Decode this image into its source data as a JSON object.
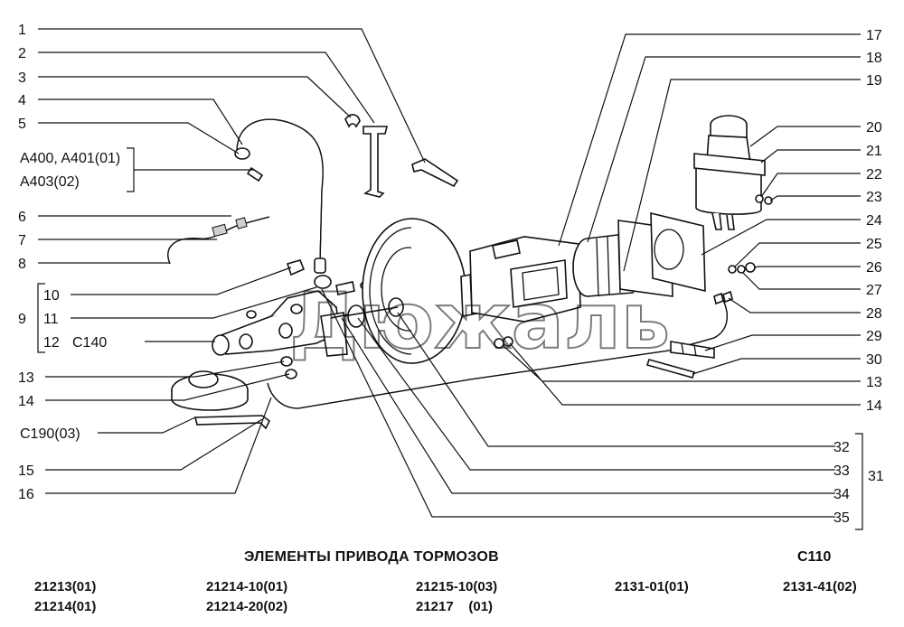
{
  "title": "ЭЛЕМЕНТЫ ПРИВОДА ТОРМОЗОВ",
  "code": "C110",
  "watermark": "Дюжаль",
  "labels": {
    "l1": "1",
    "l2": "2",
    "l3": "3",
    "l4": "4",
    "l5": "5",
    "a400": "A400, A401(01)",
    "a403": "A403(02)",
    "l6": "6",
    "l7": "7",
    "l8": "8",
    "l9": "9",
    "l10": "10",
    "l11": "11",
    "l12": "12",
    "c140": "C140",
    "l13": "13",
    "l14": "14",
    "c190": "C190(03)",
    "l15": "15",
    "l16": "16",
    "r17": "17",
    "r18": "18",
    "r19": "19",
    "r20": "20",
    "r21": "21",
    "r22": "22",
    "r23": "23",
    "r24": "24",
    "r25": "25",
    "r26": "26",
    "r27": "27",
    "r28": "28",
    "r29": "29",
    "r30": "30",
    "r13": "13",
    "r14": "14",
    "r31": "31",
    "r32": "32",
    "r33": "33",
    "r34": "34",
    "r35": "35"
  },
  "models": [
    [
      "21213(01)",
      "21214(01)"
    ],
    [
      "21214-10(01)",
      "21214-20(02)"
    ],
    [
      "21215-10(03)",
      "21217    (01)"
    ],
    [
      "2131-01(01)"
    ],
    [
      "2131-41(02)"
    ]
  ]
}
